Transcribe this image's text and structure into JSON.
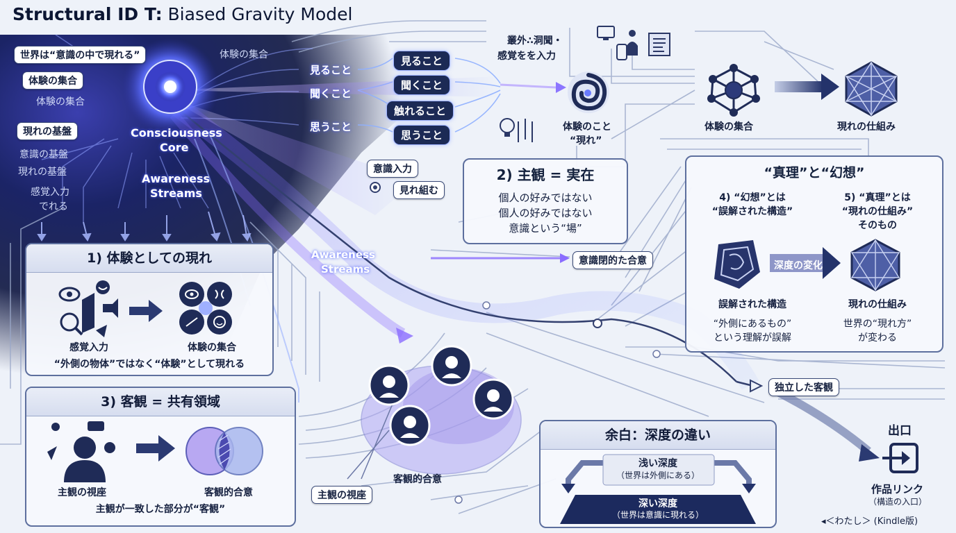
{
  "title": {
    "bold": "Structural ID T:",
    "rest": " Biased Gravity Model"
  },
  "left_labels": {
    "world_in_consciousness": "世界は“意識の中で現れる”",
    "experience_set_pill": "体験の集合",
    "experience_set_plain": "体験の集合",
    "appearance_base_pill": "現れの基盤",
    "consciousness_base": "意識の基盤",
    "appearance_base_plain": "現れの基盤",
    "sense_input_line1": "感覚入力",
    "sense_input_line2": "でれる",
    "experience_set_top": "体験の集合"
  },
  "core": {
    "line1": "Consciousness",
    "line2": "Core",
    "streams1": "Awareness",
    "streams2": "Streams"
  },
  "streams_mid": {
    "line1": "Awareness",
    "line2": "Streams"
  },
  "senses_left": [
    "見ること",
    "聞くこと",
    "思うこと"
  ],
  "senses_right": [
    "見ること",
    "聞くこと",
    "触れること",
    "思うこと"
  ],
  "top_mid": {
    "input_line1": "叢外∴洞聞・",
    "input_line2": "感覚をを入力",
    "experience_line1": "体験のこと",
    "experience_line2": "“現れ”",
    "experience_set": "体験の集合",
    "mechanism": "現れの仕組み",
    "consciousness_input": "意識入力",
    "appearance_frame": "見れ組む"
  },
  "panel1": {
    "title": "1) 体験としての現れ",
    "left_label": "感覚入力",
    "right_label": "体験の集合",
    "caption": "“外側の物体”ではなく“体験”として現れる"
  },
  "panel2": {
    "title": "2) 主観 = 実在",
    "lines": [
      "個人の好みではない",
      "個人の好みではない",
      "意識という“場”"
    ]
  },
  "closed_consensus": "意識閉的た合意",
  "panel_truth": {
    "title": "“真理”と“幻想”",
    "left_head1": "4) “幻想”とは",
    "left_head2": "“誤解された構造”",
    "right_head1": "5) “真理”とは",
    "right_head2": "“現れの仕組み”",
    "right_head3": "そのもの",
    "arrow_label": "深度の変化",
    "left_label": "誤解された構造",
    "left_cap1": "“外側にあるもの”",
    "left_cap2": "という理解が誤解",
    "right_label": "現れの仕組み",
    "right_cap1": "世界の“現れ方”",
    "right_cap2": "が変わる"
  },
  "independent_objective": "独立した客観",
  "panel3": {
    "title": "3) 客観 = 共有領域",
    "left_label": "主観の視座",
    "right_label": "客観的合意",
    "caption": "主観が一致した部分が“客観”"
  },
  "mid_bottom": {
    "subjective_view": "主観の視座",
    "objective_consensus": "客観的合意"
  },
  "panel_margin": {
    "title": "余白：深度の違い",
    "shallow": "浅い深度",
    "shallow_sub": "（世界は外側にある）",
    "deep": "深い深度",
    "deep_sub": "（世界は意識に現れる）"
  },
  "exit": {
    "label": "出口",
    "link1": "作品リンク",
    "link2": "（構造の入口）",
    "book": "◂＜わたし＞ (Kindle版)"
  }
}
